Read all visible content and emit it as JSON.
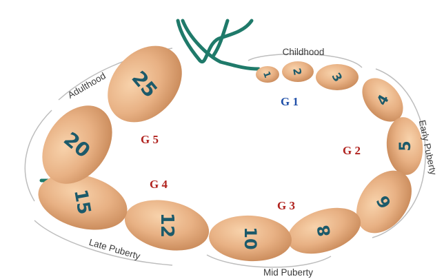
{
  "stages": {
    "childhood": "Childhood",
    "early_puberty": "Early Puberty",
    "mid_puberty": "Mid Puberty",
    "late_puberty": "Late Puberty",
    "adulthood": "Adulthood"
  },
  "groups": {
    "g1": "G 1",
    "g2": "G 2",
    "g3": "G 3",
    "g4": "G 4",
    "g5": "G 5"
  },
  "beads": [
    "1",
    "2",
    "3",
    "4",
    "5",
    "6",
    "8",
    "10",
    "12",
    "15",
    "20",
    "25"
  ],
  "colors": {
    "g1": "#1f4fa8",
    "group_red": "#b0221e",
    "bead_number": "#1c5a6a",
    "string": "#1f7a6a",
    "wood": "#e8b184"
  }
}
